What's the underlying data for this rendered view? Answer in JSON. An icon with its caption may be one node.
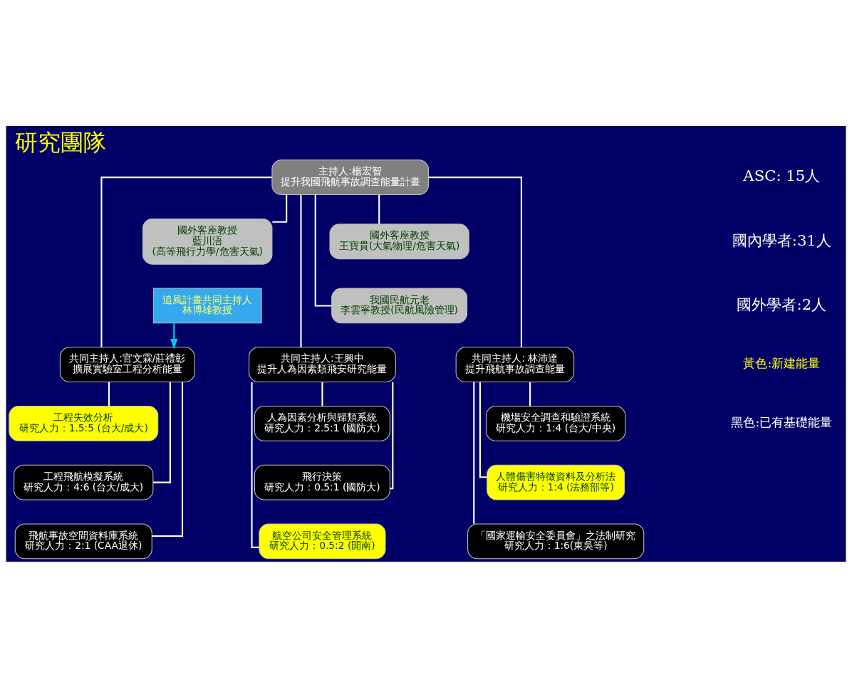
{
  "diagram": {
    "title": "研究團隊",
    "nodes": [
      {
        "text": [
          "主持人:楊宏智",
          "提升我國飛航事故調查能量計畫"
        ]
      },
      {
        "text": [
          "國外客座教授",
          "王寶貫(大氣物理/危害天氣)"
        ]
      },
      {
        "text": [
          "國外客座教授",
          "藍川浯",
          "(高等飛行力學/危害天氣)"
        ]
      },
      {
        "text": [
          "我國民航元老",
          "李雲寧教授(民航風險管理)"
        ]
      },
      {
        "text": [
          "追風計畫共同主持人",
          "林博雄教授"
        ]
      },
      {
        "text": [
          "共同主持人:官文霖/莊禮彰",
          "擴展實驗室工程分析能量"
        ]
      },
      {
        "text": [
          "共同主持人:王興中",
          "提升人為因素類飛安研究能量"
        ]
      },
      {
        "text": [
          "共同主持人: 林沛達",
          "提升飛航事故調查能量"
        ]
      },
      {
        "text": [
          "工程失效分析",
          "研究人力：1.5:5 (台大/成大)"
        ]
      },
      {
        "text": [
          "工程飛航模擬系統",
          "研究人力：4:6 (台大/成大)"
        ]
      },
      {
        "text": [
          "飛航事故空間資料庫系統",
          "研究人力：2:1 (CAA退休)"
        ]
      },
      {
        "text": [
          "人為因素分析與歸類系統",
          "研究人力：2.5:1 (國防大)"
        ]
      },
      {
        "text": [
          "飛行決策",
          "研究人力：0.5:1 (國防大)"
        ]
      },
      {
        "text": [
          "航空公司安全管理系統",
          "研究人力：0.5:2 (開南)"
        ]
      },
      {
        "text": [
          "機場安全調查和驗證系統",
          "研究人力：1:4 (台大/中央)"
        ]
      },
      {
        "text": [
          "人體傷害特徵資料及分析法",
          "研究人力：1:4 (法務部等)"
        ]
      },
      {
        "text": [
          "「國家運輸安全委員會」之法制研究",
          "研究人力：1:6(東吳等)"
        ]
      }
    ],
    "edges": [
      {
        "from": 0,
        "to": 1,
        "arrow": "none"
      },
      {
        "from": 0,
        "to": 2,
        "arrow": "none"
      },
      {
        "from": 0,
        "to": 3,
        "arrow": "none"
      },
      {
        "from": 0,
        "to": 5,
        "arrow": "none"
      },
      {
        "from": 0,
        "to": 6,
        "arrow": "none"
      },
      {
        "from": 0,
        "to": 7,
        "arrow": "none"
      },
      {
        "from": 4,
        "to": 5,
        "arrow": "to",
        "color": "#00c8e8"
      },
      {
        "from": 5,
        "to": 8,
        "arrow": "none"
      },
      {
        "from": 5,
        "to": 9,
        "arrow": "none"
      },
      {
        "from": 5,
        "to": 10,
        "arrow": "none"
      },
      {
        "from": 6,
        "to": 11,
        "arrow": "none"
      },
      {
        "from": 6,
        "to": 12,
        "arrow": "none"
      },
      {
        "from": 6,
        "to": 13,
        "arrow": "none"
      },
      {
        "from": 7,
        "to": 14,
        "arrow": "none"
      },
      {
        "from": 7,
        "to": 15,
        "arrow": "none"
      },
      {
        "from": 7,
        "to": 16,
        "arrow": "none"
      }
    ],
    "labels": [
      "ASC: 15人",
      "國內學者:31人",
      "國外學者:2人",
      "黃色:新建能量",
      "黑色:已有基礎能量"
    ]
  }
}
